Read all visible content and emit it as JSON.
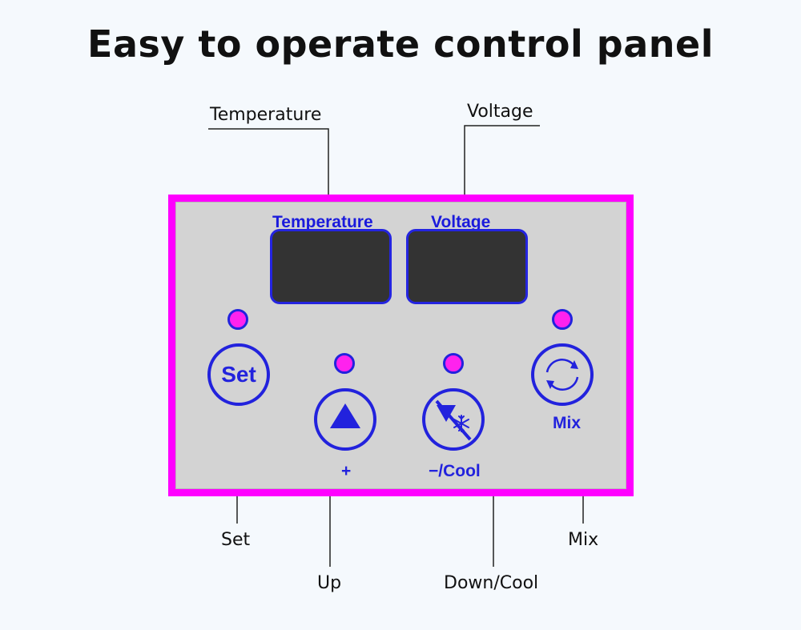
{
  "title": "Easy to operate control panel",
  "callouts": {
    "temperature": "Temperature",
    "voltage": "Voltage",
    "set": "Set",
    "up": "Up",
    "down_cool": "Down/Cool",
    "mix": "Mix"
  },
  "panel": {
    "temperature_label": "Temperature",
    "voltage_label": "Voltage",
    "set_button": "Set",
    "up_label": "+",
    "down_label": "−/Cool",
    "mix_label": "Mix"
  },
  "colors": {
    "panel_border": "#ff00ff",
    "panel_face": "#d3d3d3",
    "accent_blue": "#2222dd",
    "led": "#ff22ee",
    "display": "#333333"
  },
  "icons": {
    "up": "up-triangle-icon",
    "down_cool": "down-triangle-snowflake-icon",
    "mix": "circular-arrows-icon"
  }
}
